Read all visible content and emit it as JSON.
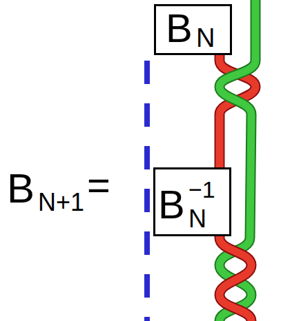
{
  "diagram": {
    "nodes": [
      {
        "text": [
          "B",
          "N"
        ]
      },
      {
        "text": [
          "B",
          "−1",
          "N"
        ]
      }
    ],
    "labels": [
      "B",
      "N+1",
      "="
    ]
  }
}
